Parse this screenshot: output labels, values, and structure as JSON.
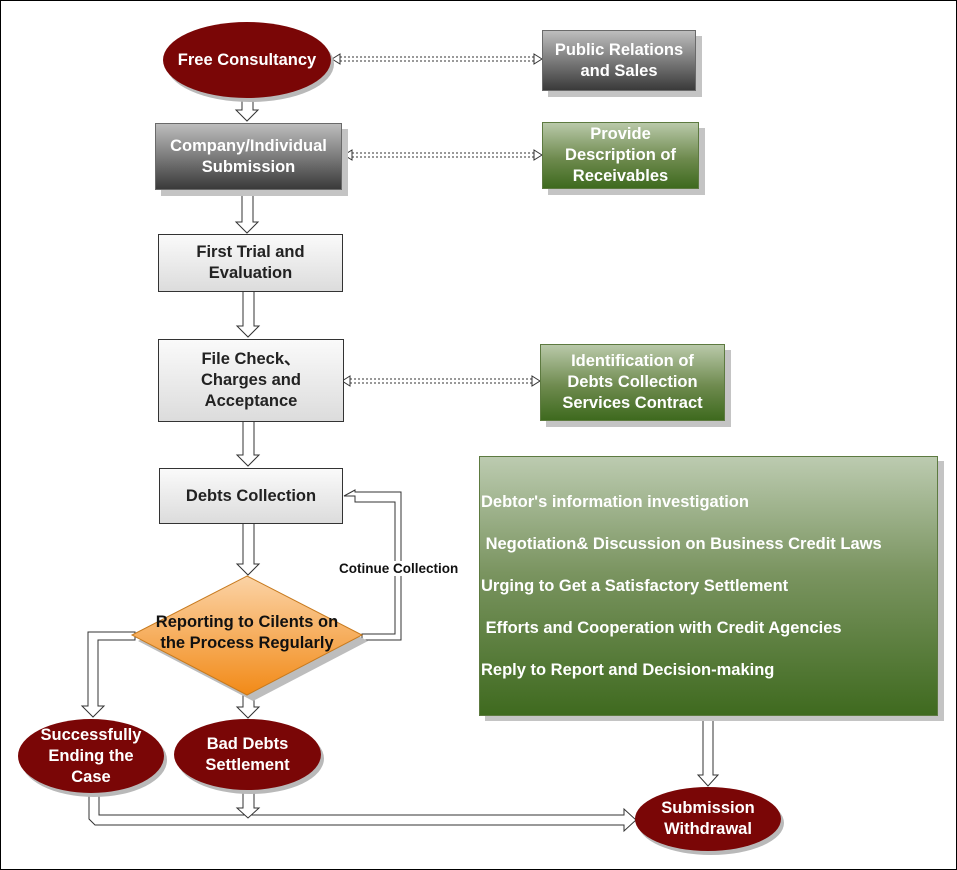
{
  "diagram": {
    "nodes": {
      "free_consultancy": "Free Consultancy",
      "public_relations": "Public Relations\nand Sales",
      "company_submission": "Company/Individual\nSubmission",
      "provide_description": "Provide\nDescription of\nReceivables",
      "first_trial": "First Trial and\nEvaluation",
      "file_check": "File Check、\nCharges and\nAcceptance",
      "identification": "Identification of\nDebts Collection\nServices Contract",
      "debts_collection": "Debts Collection",
      "reporting": "Reporting to Cilents on\nthe Process Regularly",
      "successfully_ending": "Successfully\nEnding the\nCase",
      "bad_debts": "Bad Debts\nSettlement",
      "submission_withdrawal": "Submission\nWithdrawal"
    },
    "activities": [
      "Debtor's information investigation",
      " Negotiation& Discussion on Business Credit Laws",
      "Urging to Get a Satisfactory Settlement",
      " Efforts and Cooperation with Credit Agencies",
      "Reply to Report and Decision-making"
    ],
    "edge_labels": {
      "continue": "Cotinue Collection"
    },
    "colors": {
      "terminal": "#7a0606",
      "decision": "#f7a94a",
      "green": "#4e7a2a",
      "dark_gray": "#4a4a4a"
    }
  }
}
